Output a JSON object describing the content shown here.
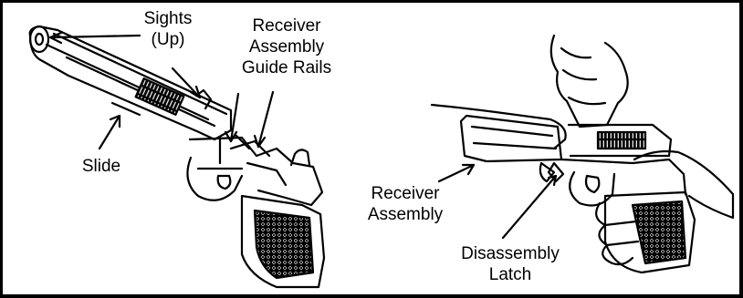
{
  "labels": {
    "sights": [
      "Sights",
      "(Up)"
    ],
    "receiver_guide_rails": [
      "Receiver",
      "Assembly",
      "Guide Rails"
    ],
    "slide": "Slide",
    "receiver_assembly": [
      "Receiver",
      "Assembly"
    ],
    "disassembly_latch": [
      "Disassembly",
      "Latch"
    ]
  },
  "colors": {
    "ink": "#000000",
    "paper": "#ffffff"
  }
}
